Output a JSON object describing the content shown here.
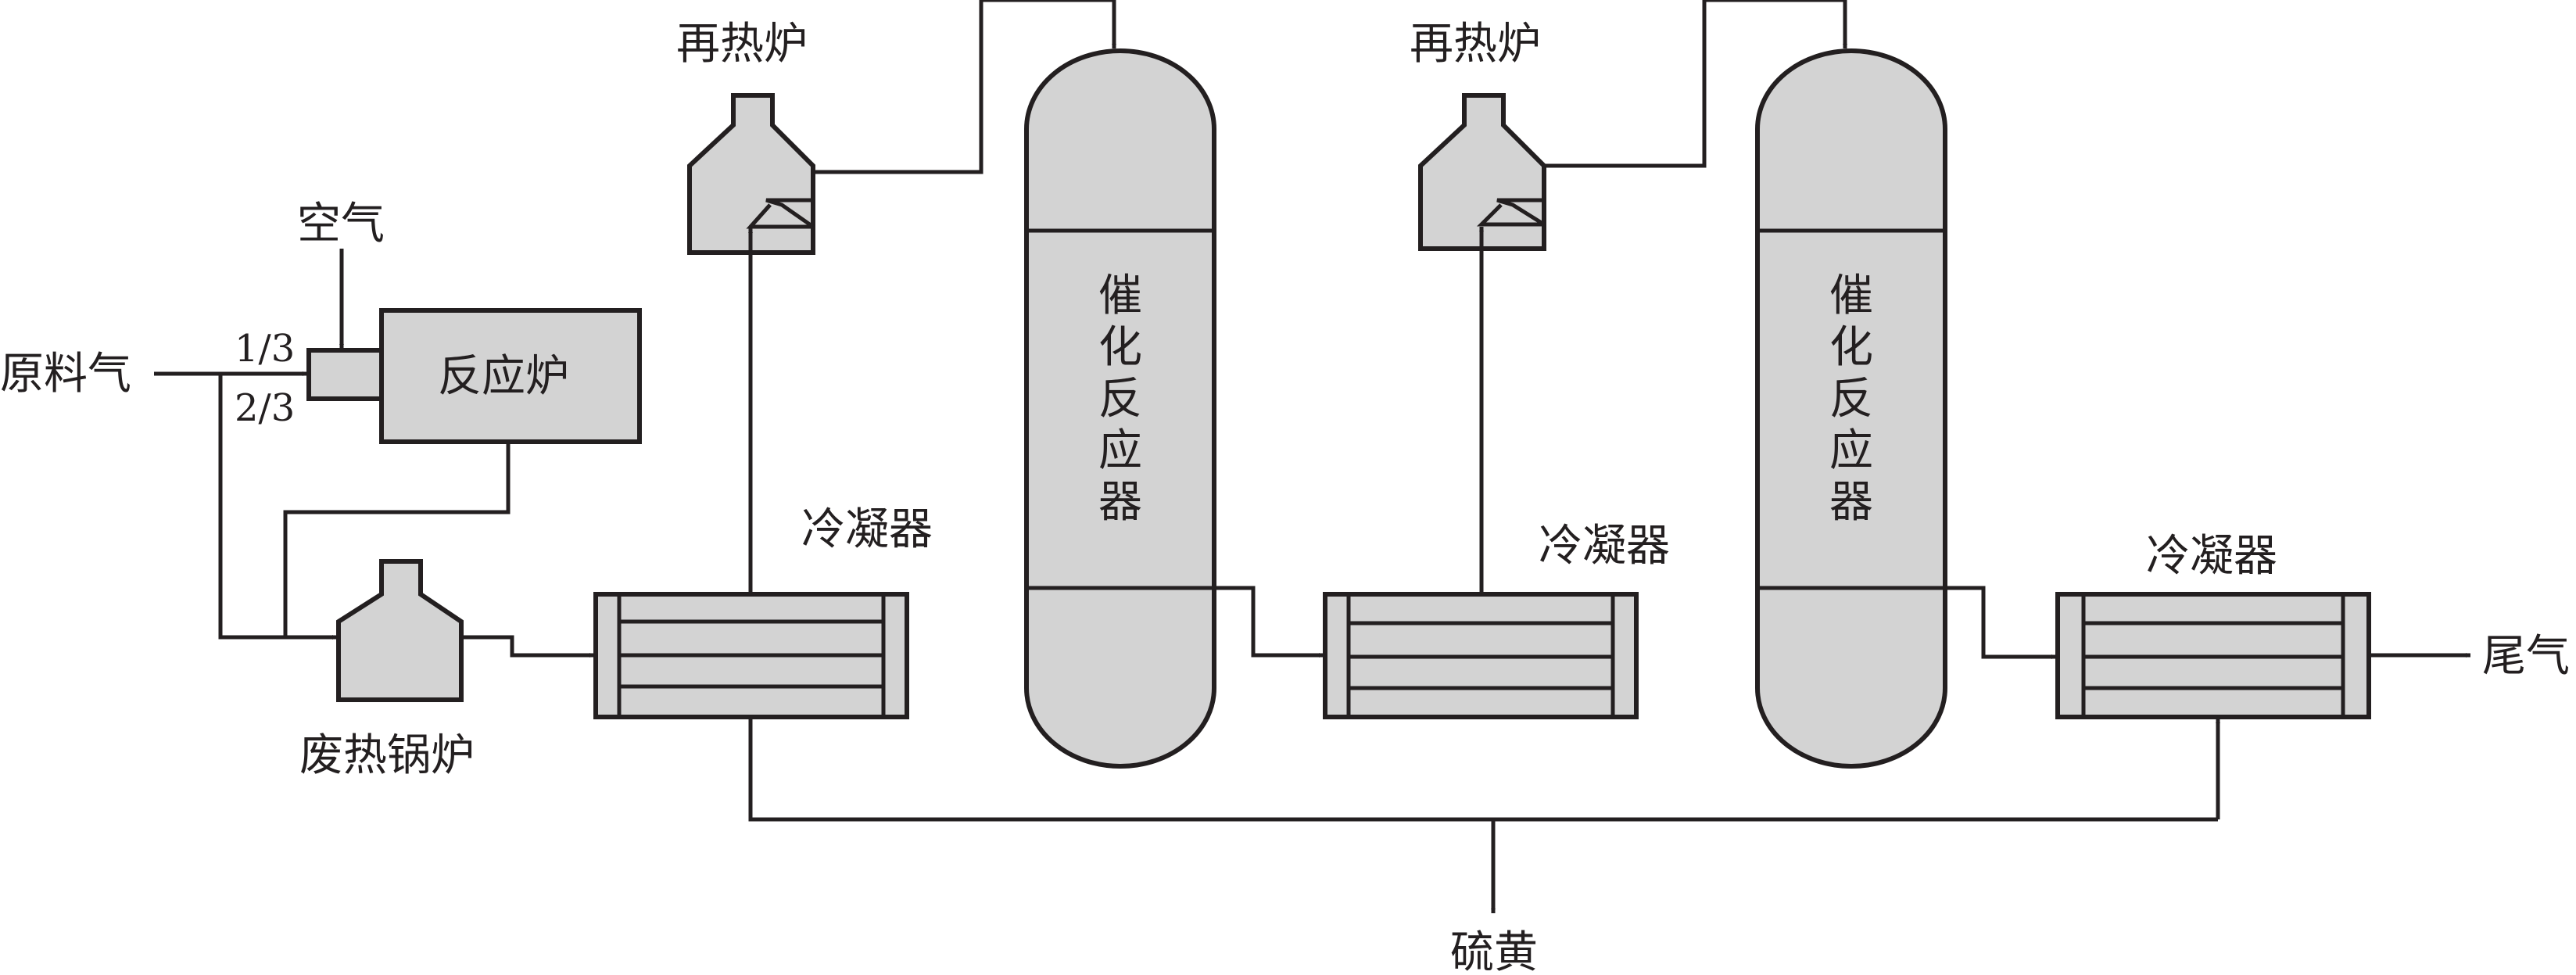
{
  "labels": {
    "feed_gas": "原料气",
    "air": "空气",
    "split_one_third": "1/3",
    "split_two_thirds": "2/3",
    "reaction_furnace": "反应炉",
    "waste_heat_boiler": "废热锅炉",
    "reheat_furnace_1": "再热炉",
    "reheat_furnace_2": "再热炉",
    "condenser_1": "冷凝器",
    "condenser_2": "冷凝器",
    "condenser_3": "冷凝器",
    "catalytic_reactor_1": [
      "催",
      "化",
      "反",
      "应",
      "器"
    ],
    "catalytic_reactor_2": [
      "催",
      "化",
      "反",
      "应",
      "器"
    ],
    "sulfur": "硫黄",
    "tail_gas": "尾气"
  },
  "colors": {
    "equipment_fill": "#d3d3d3",
    "line": "#231f20",
    "background": "#ffffff"
  }
}
